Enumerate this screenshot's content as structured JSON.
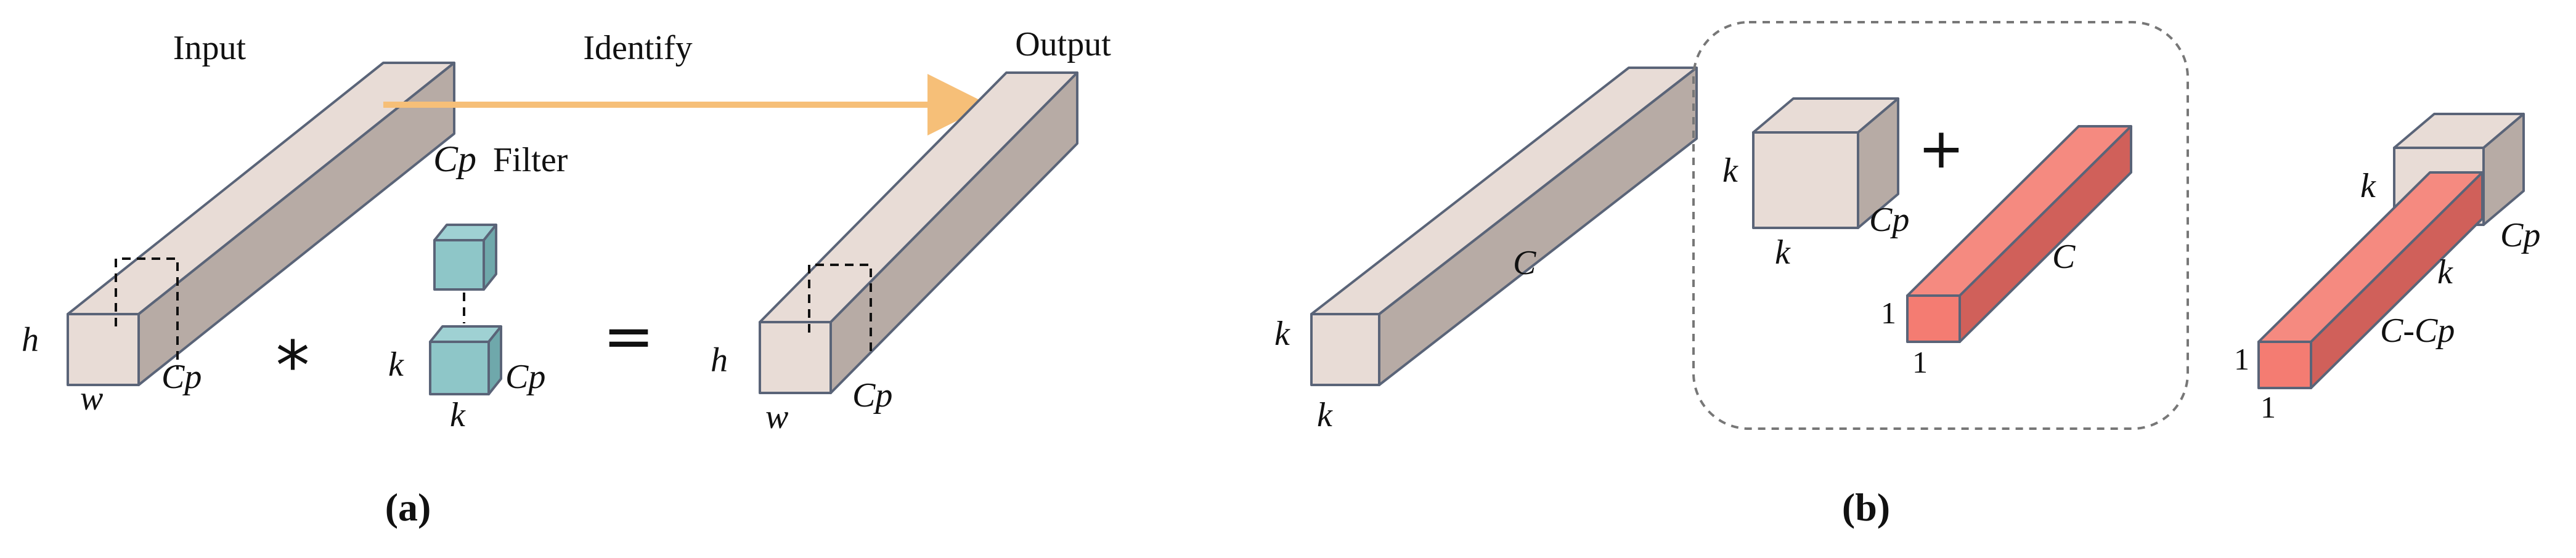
{
  "colors": {
    "tensor_front": "#e8dcd6",
    "tensor_top": "#e8dcd6",
    "tensor_side": "#b7aba5",
    "filter_front": "#8ec6c8",
    "filter_top": "#9fd1d3",
    "filter_side": "#6fa8ab",
    "red_front": "#f47c72",
    "red_top": "#f58a80",
    "red_side": "#d0605a",
    "arrow": "#f6bf78",
    "outline": "#5a6478",
    "frame": "#777777"
  },
  "panel_a": {
    "input_label": "Input",
    "identify_label": "Identify",
    "output_label": "Output",
    "filter_symbol": "Cp",
    "filter_word": "Filter",
    "input_h": "h",
    "input_w": "w",
    "input_cp": "Cp",
    "conv_operator": "*",
    "filter_k_left": "k",
    "filter_cp": "Cp",
    "filter_k_bottom": "k",
    "equals_operator": "=",
    "output_h": "h",
    "output_w": "w",
    "output_cp": "Cp",
    "caption": "(a)"
  },
  "panel_b": {
    "full_k_left": "k",
    "full_k_bottom": "k",
    "full_c": "C",
    "box_cube_k_left": "k",
    "box_cube_k_bottom": "k",
    "box_cube_cp": "Cp",
    "plus_operator": "+",
    "box_bar_one_left": "1",
    "box_bar_one_bottom": "1",
    "box_bar_c": "C",
    "combo_cube_k_left": "k",
    "combo_cube_k_bottom": "k",
    "combo_cube_cp": "Cp",
    "combo_bar_one_left": "1",
    "combo_bar_one_bottom": "1",
    "combo_bar_c": "C-Cp",
    "caption": "(b)"
  }
}
